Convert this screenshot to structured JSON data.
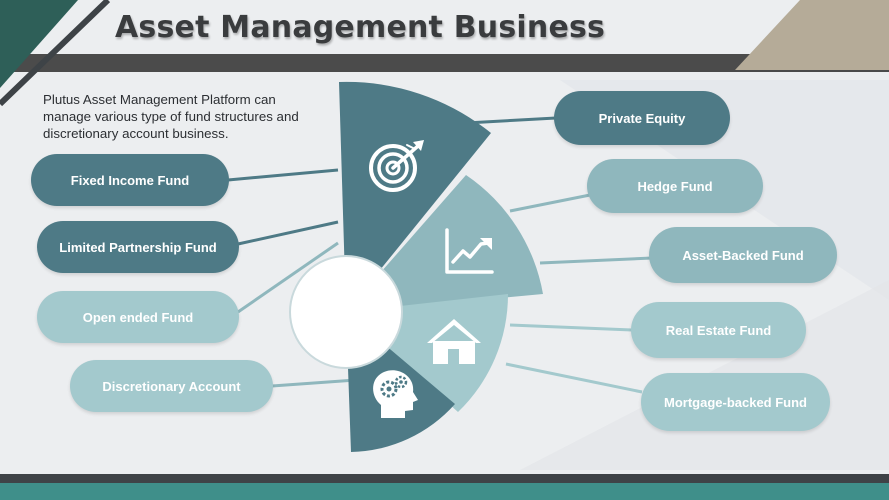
{
  "slide": {
    "title": "Asset Management Business",
    "intro": "Plutus Asset Management Platform can manage various type of fund structures and discretionary account business."
  },
  "funds_left": [
    {
      "label": "Fixed Income Fund"
    },
    {
      "label": "Limited Partnership Fund"
    },
    {
      "label": "Open ended Fund"
    },
    {
      "label": "Discretionary Account"
    }
  ],
  "funds_right": [
    {
      "label": "Private Equity"
    },
    {
      "label": "Hedge Fund"
    },
    {
      "label": "Asset-Backed Fund"
    },
    {
      "label": "Real Estate Fund"
    },
    {
      "label": "Mortgage-backed Fund"
    }
  ],
  "segments": [
    {
      "icon": "target-icon"
    },
    {
      "icon": "growth-chart-icon"
    },
    {
      "icon": "house-icon"
    },
    {
      "icon": "head-gears-icon"
    }
  ],
  "colors": {
    "dark_teal": "#4e7a86",
    "mid_teal": "#8fb7bd",
    "light_teal": "#a3c9cd",
    "accent_green": "#2e5f58",
    "accent_tan": "#b5ab98",
    "header_bar": "#4b4b4b"
  }
}
